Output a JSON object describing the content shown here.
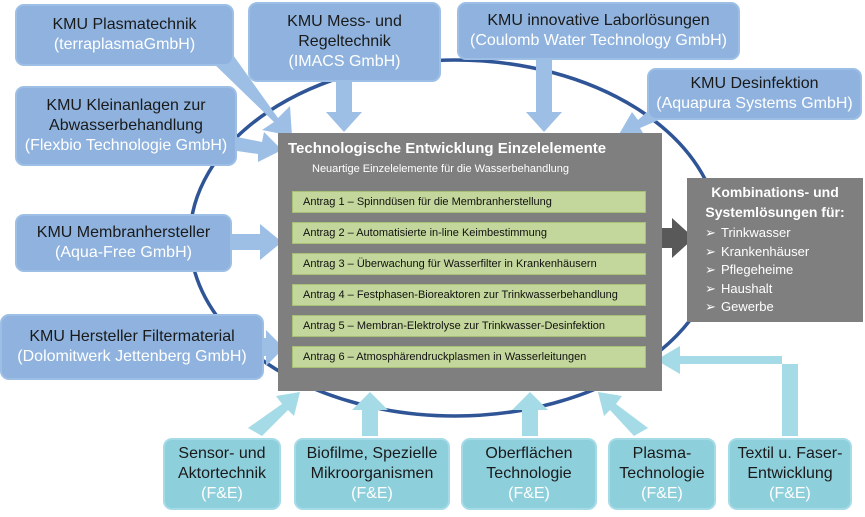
{
  "left_boxes": [
    {
      "title": "KMU Plasmatechnik",
      "company": "(terraplasmaGmbH)"
    },
    {
      "title": "KMU Mess- und Regeltechnik",
      "company": "(IMACS GmbH)"
    },
    {
      "title": "KMU innovative Laborlösungen",
      "company": "(Coulomb Water Technology GmbH)"
    },
    {
      "title": "KMU Desinfektion",
      "company": "(Aquapura Systems GmbH)"
    },
    {
      "title": "KMU Kleinanlagen zur Abwasserbehandlung",
      "company": "(Flexbio Technologie GmbH)"
    },
    {
      "title": "KMU Membranhersteller",
      "company": "(Aqua-Free GmbH)"
    },
    {
      "title": "KMU Hersteller Filtermaterial",
      "company": "(Dolomitwerk Jettenberg GmbH)"
    }
  ],
  "center": {
    "title": "Technologische Entwicklung Einzelelemente",
    "subtitle": "Neuartige Einzelelemente für die  Wasserbehandlung",
    "antraege": [
      "Antrag 1 – Spinndüsen für die Membranherstellung",
      "Antrag 2 – Automatisierte in-line Keimbestimmung",
      "Antrag 3 – Überwachung für Wasserfilter in Krankenhäusern",
      "Antrag 4 – Festphasen-Bioreaktoren zur Trinkwasserbehandlung",
      "Antrag 5 – Membran-Elektrolyse zur Trinkwasser-Desinfektion",
      "Antrag 6 – Atmosphärendruckplasmen in Wasserleitungen"
    ]
  },
  "result": {
    "title_line1": "Kombinations- und",
    "title_line2": "Systemlösungen für:",
    "bullet": "➢",
    "items": [
      "Trinkwasser",
      "Krankenhäuser",
      "Pflegeheime",
      "Haushalt",
      "Gewerbe"
    ]
  },
  "bottom_boxes": [
    {
      "line1": "Sensor- und",
      "line2": "Aktortechnik",
      "tag": "(F&E)"
    },
    {
      "line1": "Biofilme, Spezielle",
      "line2": "Mikroorganismen",
      "tag": "(F&E)"
    },
    {
      "line1": "Oberflächen",
      "line2": "Technologie",
      "tag": "(F&E)"
    },
    {
      "line1": "Plasma-",
      "line2": "Technologie",
      "tag": "(F&E)"
    },
    {
      "line1": "Textil u. Faser-",
      "line2": "Entwicklung",
      "tag": "(F&E)"
    }
  ],
  "colors": {
    "kmu_box": "#8fb3de",
    "fe_box": "#8ecfdc",
    "center_box": "#7f7f7f",
    "antrag_box": "#c3d69b",
    "ellipse": "#2f5597"
  }
}
